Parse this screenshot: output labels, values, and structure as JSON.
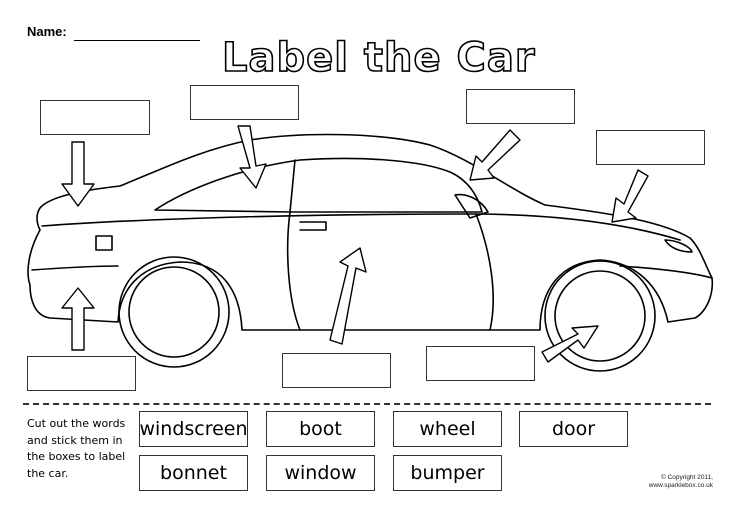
{
  "header": {
    "name_label": "Name:",
    "title": "Label the Car"
  },
  "instructions": "Cut out the words and stick them in the boxes to label the car.",
  "words": [
    "windscreen",
    "boot",
    "wheel",
    "door",
    "bonnet",
    "window",
    "bumper"
  ],
  "footer": {
    "copyright_line1": "© Copyright 2011,",
    "copyright_line2": "www.sparklebox.co.uk"
  }
}
